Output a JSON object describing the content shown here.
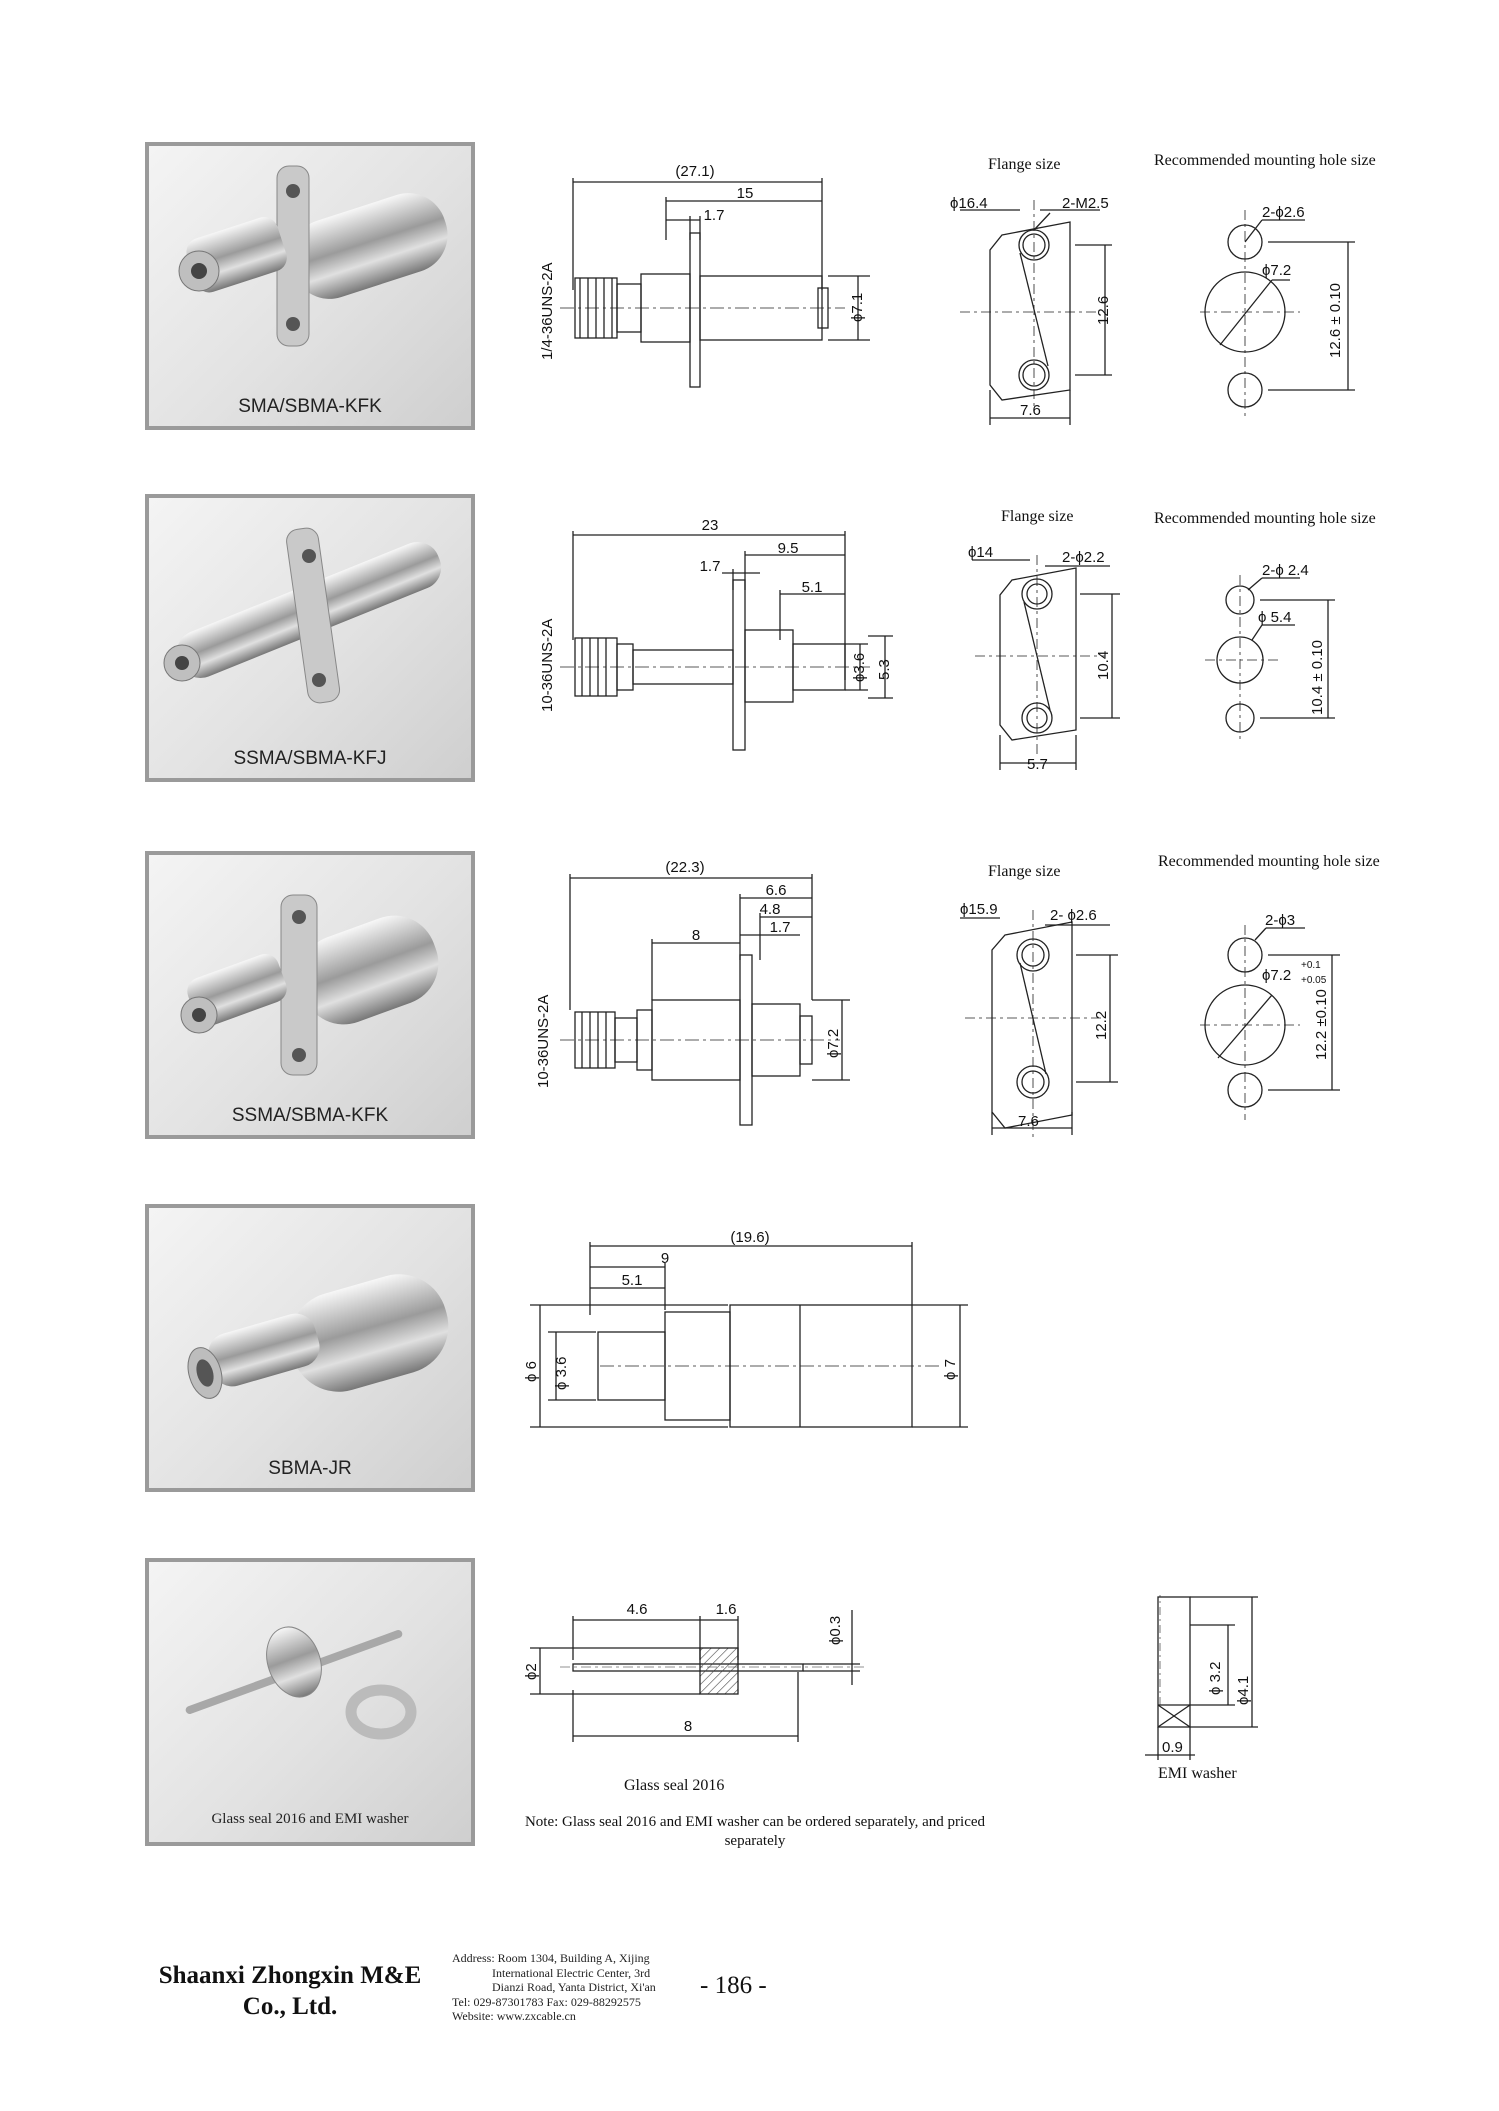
{
  "products": [
    {
      "caption": "SMA/SBMA-KFK"
    },
    {
      "caption": "SSMA/SBMA-KFJ"
    },
    {
      "caption": "SSMA/SBMA-KFK"
    },
    {
      "caption": "SBMA-JR"
    },
    {
      "caption": "Glass seal 2016 and EMI washer"
    }
  ],
  "section_labels": {
    "flange_size": "Flange size",
    "mounting_hole": "Recommended mounting hole size",
    "glass_seal": "Glass seal 2016",
    "emi_washer": "EMI washer"
  },
  "dims": {
    "r1": {
      "total": "(27.1)",
      "d15": "15",
      "d17": "1.7",
      "thread": "1/4-36UNS-2A",
      "dia": "ϕ7.1",
      "flange_dia": "ϕ16.4",
      "holes": "2-M2.5",
      "flange_h": "12.6",
      "flange_w": "7.6",
      "mh_holes": "2-ϕ2.6",
      "mh_center": "ϕ7.2",
      "mh_spacing": "12.6 ± 0.10"
    },
    "r2": {
      "total": "23",
      "d95": "9.5",
      "d17": "1.7",
      "d51": "5.1",
      "thread": "10-36UNS-2A",
      "d36": "ϕ3.6",
      "d53": "5.3",
      "flange_dia": "ϕ14",
      "holes": "2-ϕ2.2",
      "flange_h": "10.4",
      "flange_w": "5.7",
      "mh_holes": "2-ϕ  2.4",
      "mh_center": "ϕ 5.4",
      "mh_spacing": "10.4 ± 0.10"
    },
    "r3": {
      "total": "(22.3)",
      "d66": "6.6",
      "d48": "4.8",
      "d17": "1.7",
      "d8": "8",
      "thread": "10-36UNS-2A",
      "dia": "ϕ7.2",
      "flange_dia": "ϕ15.9",
      "holes": "2- ϕ2.6",
      "flange_h": "12.2",
      "flange_w": "7.6",
      "mh_holes": "2-ϕ3",
      "mh_center": "ϕ7.2",
      "mh_tol_up": "+0.1",
      "mh_tol_dn": "+0.05",
      "mh_spacing": "12.2 ±0.10"
    },
    "r4": {
      "total": "(19.6)",
      "d9": "9",
      "d51": "5.1",
      "dia6": "ϕ 6",
      "dia36": "ϕ 3.6",
      "dia7": "ϕ 7"
    },
    "r5": {
      "d46": "4.6",
      "d16": "1.6",
      "dia03": "ϕ0.3",
      "dia2": "ϕ2",
      "d8": "8",
      "w09": "0.9",
      "dia32": "ϕ 3.2",
      "dia41": "ϕ4.1"
    }
  },
  "note": "Note: Glass seal 2016 and EMI washer can be ordered separately, and priced separately",
  "footer": {
    "company": "Shaanxi Zhongxin M&E Co., Ltd.",
    "address_lines": [
      "Address: Room 1304, Building A, Xijing",
      "International Electric Center, 3rd",
      "Dianzi Road, Yanta District, Xi'an",
      "Tel: 029-87301783    Fax: 029-88292575",
      "Website: www.zxcable.cn"
    ],
    "page_number": "- 186 -"
  }
}
